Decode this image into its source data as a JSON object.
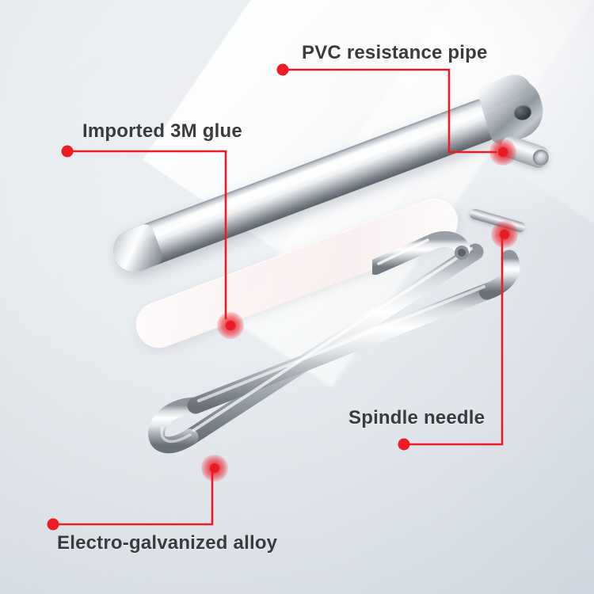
{
  "image": {
    "type": "product-infographic",
    "subject": "Chrome towel bar / wall hook exploded parts diagram",
    "background_color": "#e6eaee",
    "accent_color": "#ed1c24",
    "label_color": "#3a3b3d"
  },
  "callouts": [
    {
      "id": "pvc",
      "label": "PVC resistance pipe",
      "marker_color": "#ed1c24",
      "target_part": "pvc-tube"
    },
    {
      "id": "glue",
      "label": "Imported 3M glue",
      "marker_color": "#ed1c24",
      "target_part": "glue-strip"
    },
    {
      "id": "spindle",
      "label": "Spindle needle",
      "marker_color": "#ed1c24",
      "target_part": "spindle-pin"
    },
    {
      "id": "alloy",
      "label": "Electro-galvanized alloy",
      "marker_color": "#ed1c24",
      "target_part": "wire-bracket"
    }
  ],
  "parts": [
    {
      "id": "chrome-bar",
      "name": "Chrome bar body",
      "finish": "polished chrome"
    },
    {
      "id": "pvc-tube",
      "name": "PVC resistance pipe",
      "finish": "gray plastic"
    },
    {
      "id": "glue-strip",
      "name": "Imported 3M glue strip",
      "finish": "translucent adhesive"
    },
    {
      "id": "spindle-pin",
      "name": "Spindle needle pin",
      "finish": "polished chrome"
    },
    {
      "id": "wire-bracket",
      "name": "Electro-galvanized U wire",
      "finish": "electro-galvanized alloy"
    }
  ]
}
